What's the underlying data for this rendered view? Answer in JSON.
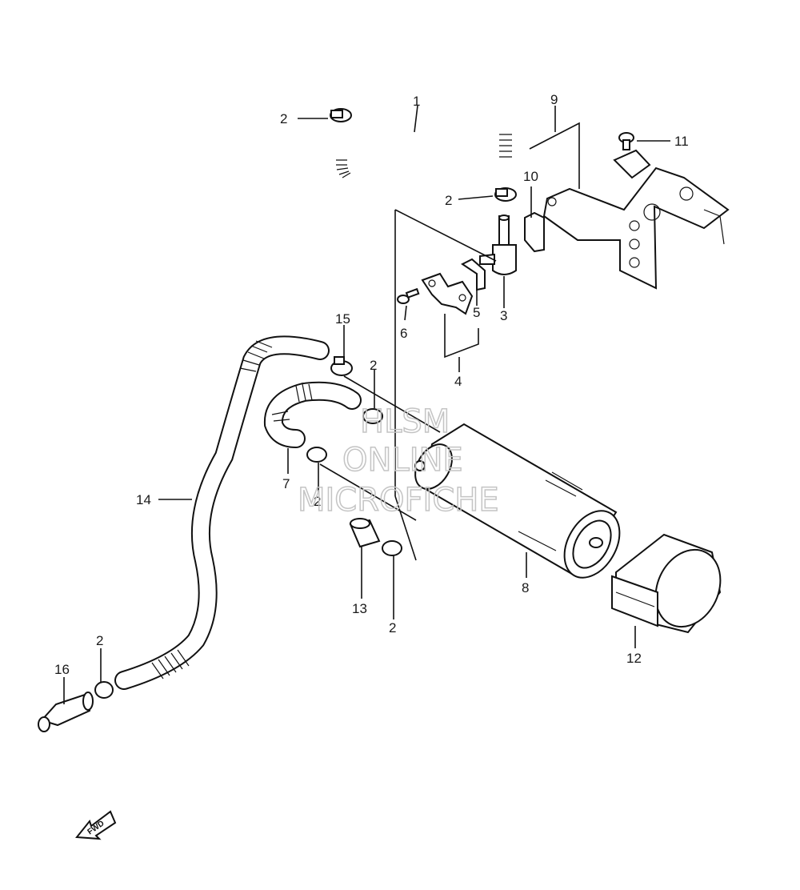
{
  "labels": {
    "p1": "1",
    "p2a": "2",
    "p2b": "2",
    "p2c": "2",
    "p2d": "2",
    "p2e": "2",
    "p2f": "2",
    "p3": "3",
    "p4": "4",
    "p5": "5",
    "p6": "6",
    "p7": "7",
    "p8": "8",
    "p9": "9",
    "p10": "10",
    "p11": "11",
    "p12": "12",
    "p13": "13",
    "p14": "14",
    "p15": "15",
    "p16": "16"
  },
  "watermark": {
    "line1": "HLSM",
    "line2": "ONLINE",
    "line3": "MICROFICHE"
  },
  "fwd_arrow": {
    "text": "FWD",
    "icon": "fwd-arrow-icon"
  }
}
